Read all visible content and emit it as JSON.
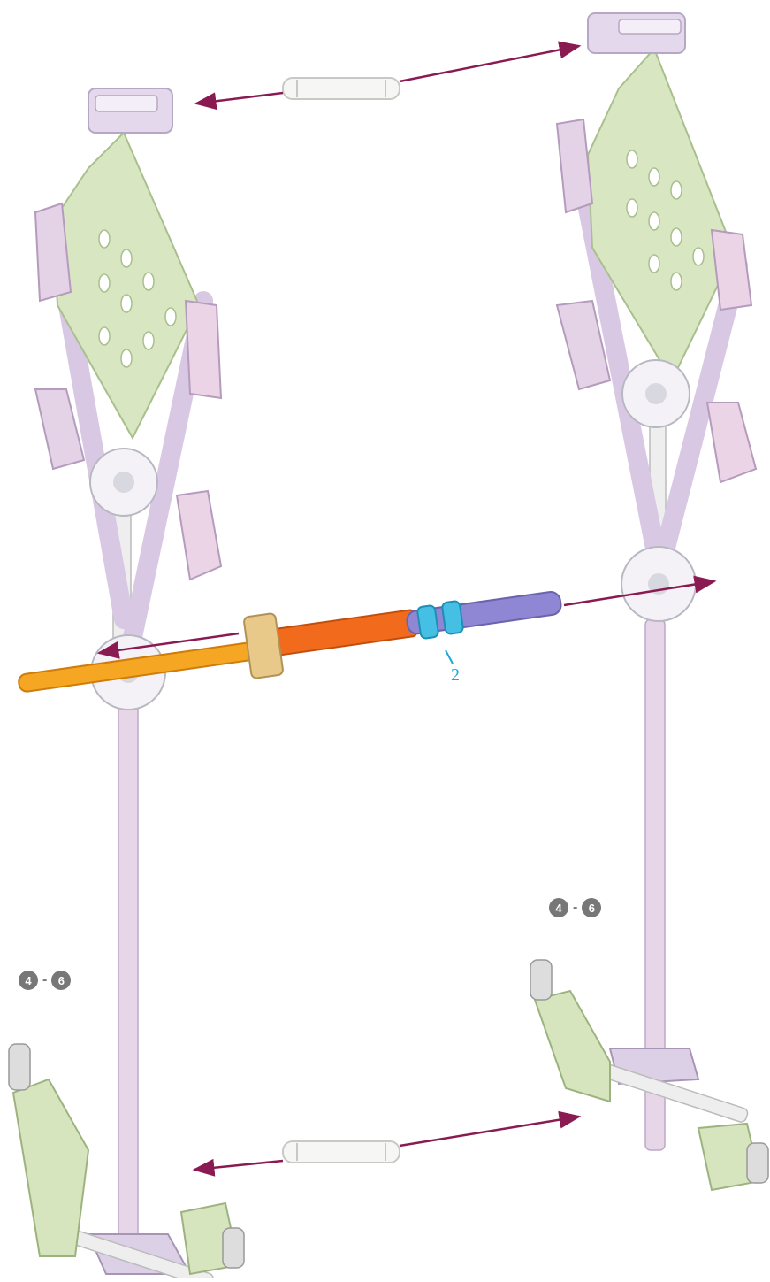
{
  "colors": {
    "arrow": "#8a1a52",
    "frame": "#d8c8e4",
    "plate": "#d8e6c2",
    "connector": "#f2eff6",
    "rod_white": "#eeeeee",
    "rod_purple": "#e3d2e6",
    "rod_orange": "#f5a623",
    "rod_blue": "#8f86d4",
    "spacer": "#45bfe4",
    "clip": "#e8c98a",
    "callout": "#1aa9d8",
    "badge": "#777777"
  },
  "step_labels": {
    "right": {
      "from": "4",
      "dash": "-",
      "to": "6"
    },
    "left": {
      "from": "4",
      "dash": "-",
      "to": "6"
    }
  },
  "callout": {
    "label": "2"
  },
  "icons": {
    "assembly_arrow": "arrow-icon",
    "step_badge": "numbered-circle-icon"
  }
}
